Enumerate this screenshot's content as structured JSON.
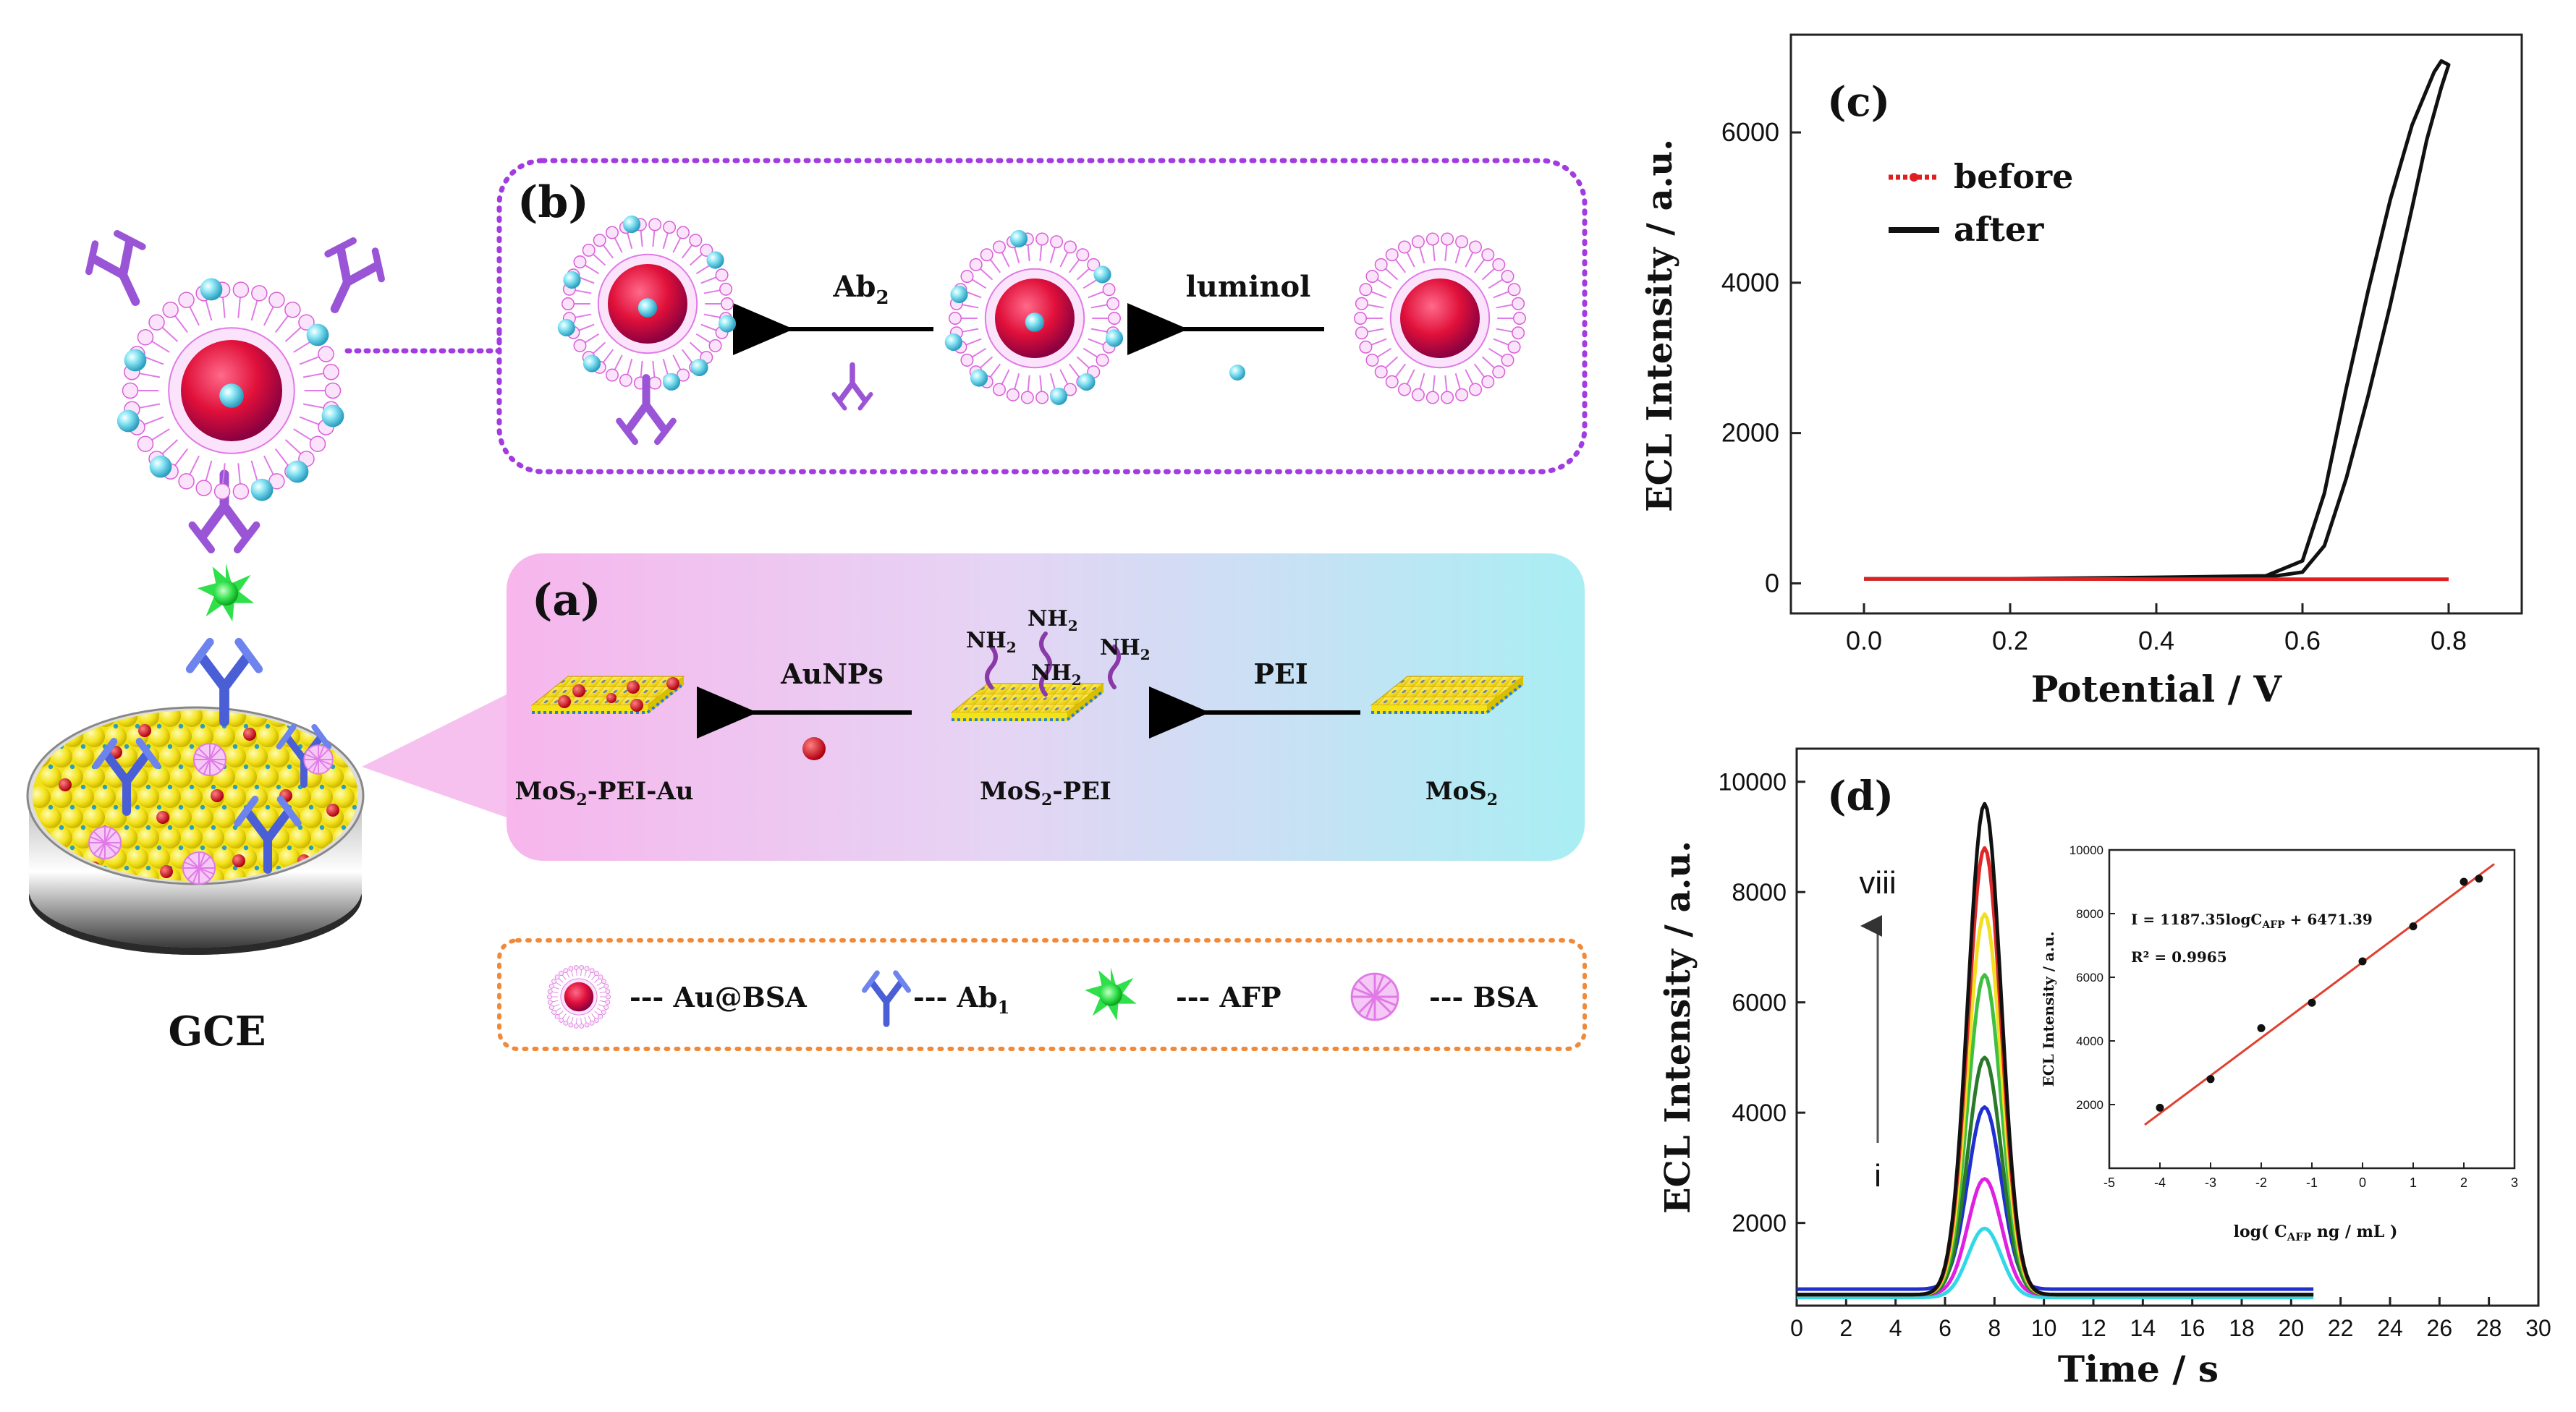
{
  "schematic": {
    "electrode_label": "GCE",
    "panel_a": {
      "tag": "(a)",
      "steps": [
        {
          "label": "MoS",
          "sub": "2",
          "rest": ""
        },
        {
          "label": "MoS",
          "sub": "2",
          "rest": "-PEI"
        },
        {
          "label": "MoS",
          "sub": "2",
          "rest": "-PEI-Au"
        }
      ],
      "reagents": [
        "PEI",
        "AuNPs"
      ],
      "amine": {
        "text": "NH",
        "sub": "2"
      }
    },
    "panel_b": {
      "tag": "(b)",
      "reagents": [
        {
          "text": "luminol",
          "sub": ""
        },
        {
          "text": "Ab",
          "sub": "2"
        }
      ]
    },
    "legend": [
      {
        "text": "--- Au@BSA",
        "sub": ""
      },
      {
        "text": "--- Ab",
        "sub": "1"
      },
      {
        "text": "--- AFP",
        "sub": ""
      },
      {
        "text": "--- BSA",
        "sub": ""
      }
    ],
    "colors": {
      "core_red": "#e0103a",
      "sphere_cyan": "#5fd0e8",
      "antibody_purple": "#9a55d6",
      "ab1_blue": "#4a5fd6",
      "afp_green": "#2fe04a",
      "bsa_pink": "#e07ae6",
      "mos2_yellow": "#f3e21a",
      "panel_b_border": "#a23ce0",
      "legend_border": "#f08a3a"
    }
  },
  "chart_data": [
    {
      "type": "line",
      "panel_tag": "(c)",
      "xlabel": "Potential / V",
      "ylabel": "ECL Intensity / a.u.",
      "xlim": [
        -0.1,
        0.9
      ],
      "ylim": [
        -400,
        7300
      ],
      "xticks": [
        "0.0",
        "0.2",
        "0.4",
        "0.6",
        "0.8"
      ],
      "yticks": [
        "0",
        "2000",
        "4000",
        "6000"
      ],
      "legend_position": "top-left",
      "series": [
        {
          "name": "before",
          "color": "#e02020",
          "x": [
            0.0,
            0.2,
            0.4,
            0.6,
            0.8
          ],
          "y": [
            60,
            60,
            55,
            55,
            55
          ]
        },
        {
          "name": "after",
          "color": "#111111",
          "x": [
            0.0,
            0.2,
            0.4,
            0.55,
            0.6,
            0.63,
            0.66,
            0.69,
            0.72,
            0.75,
            0.78,
            0.79,
            0.8,
            0.79,
            0.77,
            0.75,
            0.72,
            0.69,
            0.66,
            0.63,
            0.6,
            0.55,
            0.4,
            0.2,
            0.0
          ],
          "y": [
            60,
            60,
            80,
            100,
            300,
            1200,
            2600,
            3900,
            5100,
            6100,
            6800,
            6950,
            6900,
            6600,
            5900,
            5000,
            3700,
            2500,
            1400,
            500,
            150,
            80,
            60,
            60,
            60
          ]
        }
      ]
    },
    {
      "type": "line",
      "panel_tag": "(d)",
      "xlabel": "Time / s",
      "ylabel": "ECL Intensity / a.u.",
      "xlim": [
        0,
        30
      ],
      "ylim": [
        500,
        10600
      ],
      "xticks": [
        "0",
        "2",
        "4",
        "6",
        "8",
        "10",
        "12",
        "14",
        "16",
        "18",
        "20",
        "22",
        "24",
        "26",
        "28",
        "30"
      ],
      "yticks": [
        "2000",
        "4000",
        "6000",
        "8000",
        "10000"
      ],
      "annotations": {
        "top": "viii",
        "bottom": "i"
      },
      "baseline_end_s": 21,
      "peak_center_s": 7.6,
      "peak_width_s": 0.95,
      "series": [
        {
          "color": "#111111",
          "baseline": 700,
          "peak": 9600
        },
        {
          "color": "#e02828",
          "baseline": 700,
          "peak": 8800
        },
        {
          "color": "#f0e020",
          "baseline": 700,
          "peak": 7600
        },
        {
          "color": "#40c040",
          "baseline": 700,
          "peak": 6500
        },
        {
          "color": "#2a7a2a",
          "baseline": 700,
          "peak": 5000
        },
        {
          "color": "#2030d0",
          "baseline": 800,
          "peak": 4100
        },
        {
          "color": "#e020e0",
          "baseline": 700,
          "peak": 2800
        },
        {
          "color": "#30d8e8",
          "baseline": 650,
          "peak": 1900
        }
      ]
    },
    {
      "type": "scatter",
      "panel_tag": "inset",
      "xlabel": "log( C",
      "xlabel_sub": "AFP",
      "xlabel_tail": " ng / mL )",
      "ylabel": "ECL Intensity / a.u.",
      "xlim": [
        -5,
        3
      ],
      "ylim": [
        0,
        10000
      ],
      "xticks": [
        "-5",
        "-4",
        "-3",
        "-2",
        "-1",
        "0",
        "1",
        "2",
        "3"
      ],
      "yticks": [
        "2000",
        "4000",
        "6000",
        "8000",
        "10000"
      ],
      "equation": {
        "text": "I = 1187.35logC",
        "sub": "AFP",
        "tail": " + 6471.39"
      },
      "r2": "R² = 0.9965",
      "x": [
        -4,
        -3,
        -2,
        -1,
        0,
        1,
        2,
        2.3
      ],
      "y": [
        1900,
        2800,
        4400,
        5200,
        6500,
        7600,
        9000,
        9100
      ],
      "fit": {
        "slope": 1187.35,
        "intercept": 6471.39,
        "color": "#e04030"
      }
    }
  ]
}
